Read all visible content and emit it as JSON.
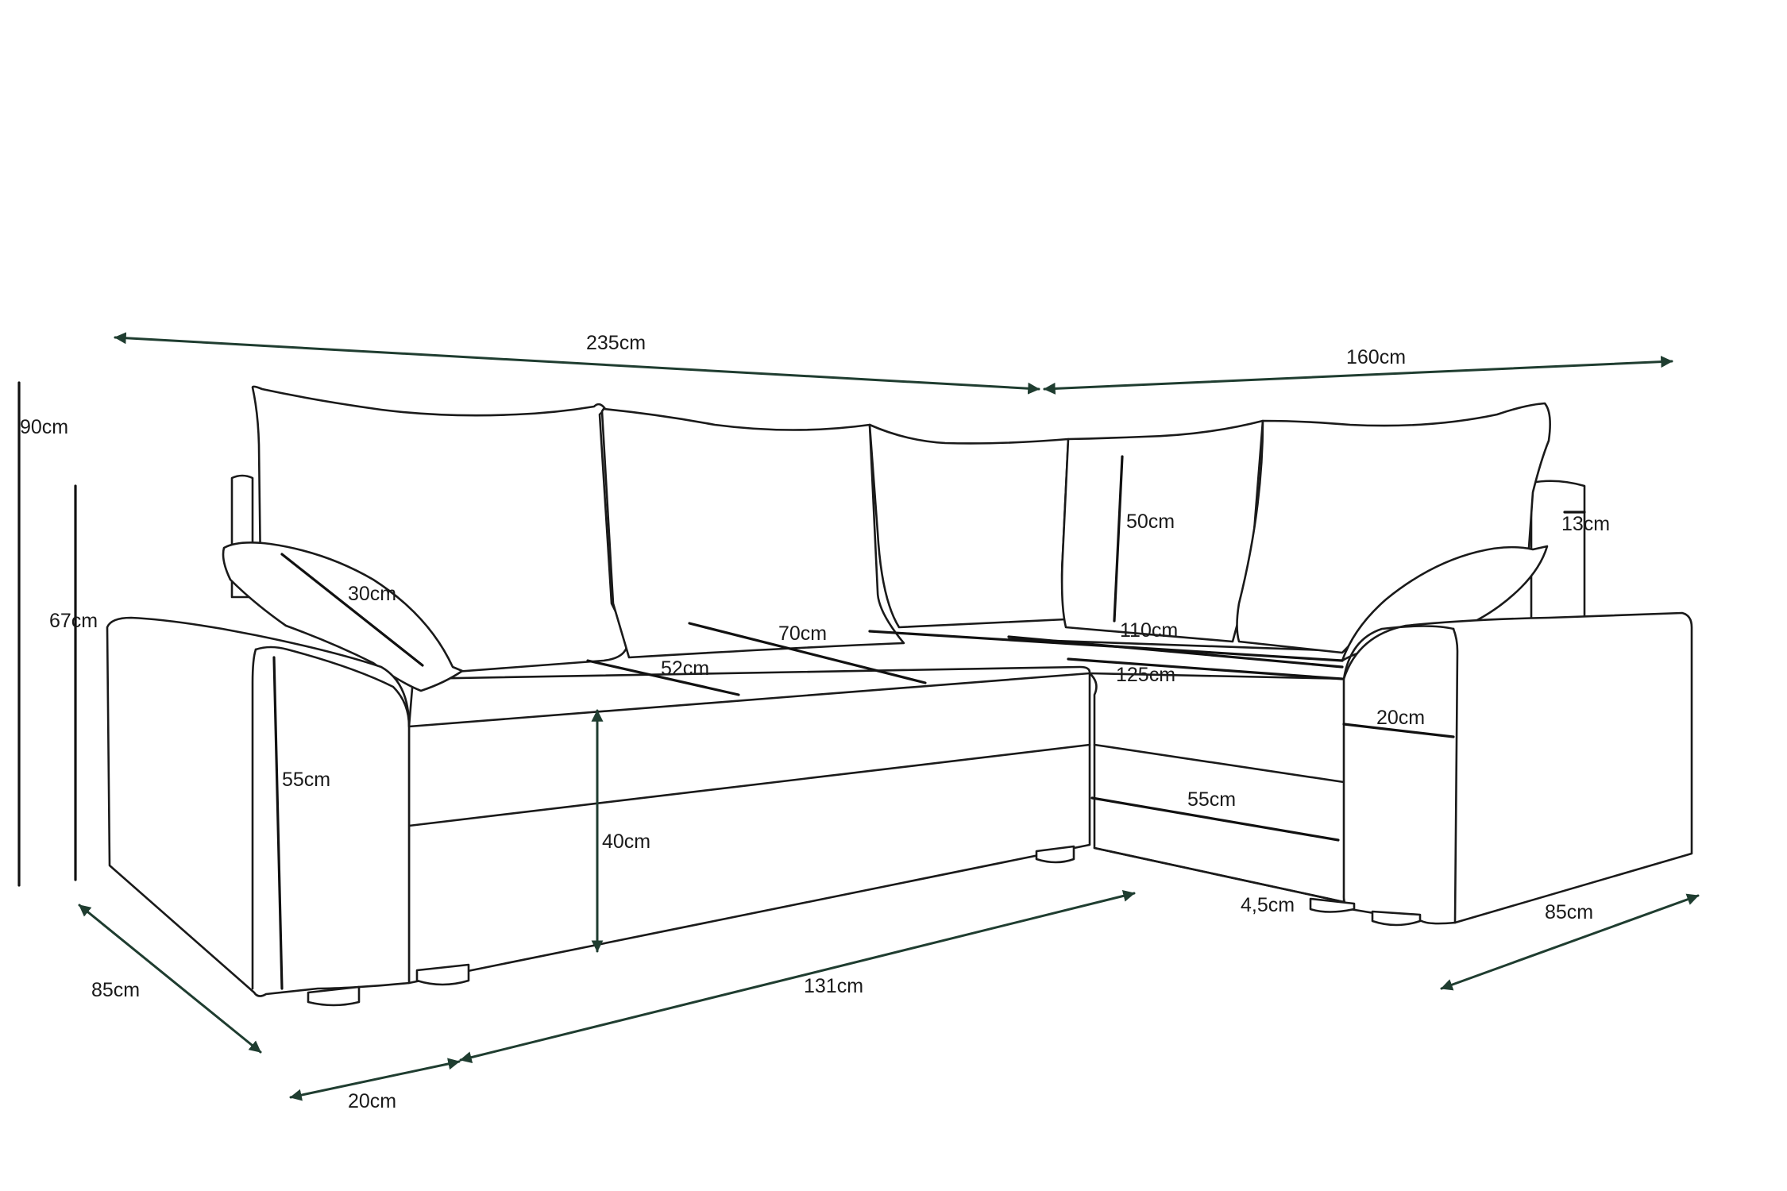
{
  "labels": {
    "overall_width": "235cm",
    "corner_width": "160cm",
    "total_height": "90cm",
    "armrest_height": "67cm",
    "depth_left": "85cm",
    "depth_right": "85cm",
    "pillow_size": "30cm",
    "seat_depth": "52cm",
    "cushion_70": "70cm",
    "back_cushion_height": "50cm",
    "width_110": "110cm",
    "width_125": "125cm",
    "side_height": "13cm",
    "armrest_width_right": "20cm",
    "armrest_height_left": "55cm",
    "seat_height": "40cm",
    "drawer_55": "55cm",
    "foot_height": "4,5cm",
    "bed_length": "131cm",
    "armrest_width_left": "20cm"
  },
  "colors": {
    "dimension_arrows": "#1f3d30",
    "outline": "#1a1a1a",
    "background": "#ffffff"
  }
}
